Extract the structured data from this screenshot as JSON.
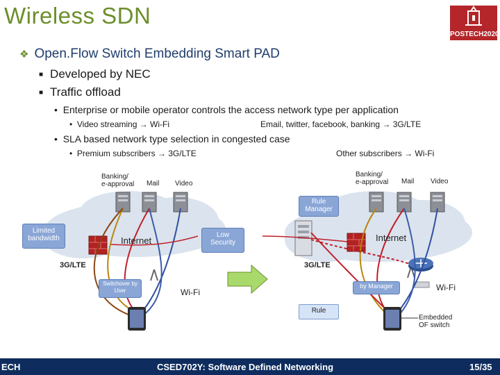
{
  "slide": {
    "title": "Wireless SDN",
    "logo_text": "POSTECH2020",
    "bullet_main": "Open.Flow Switch Embedding Smart PAD",
    "sub_bullets": [
      "Developed by NEC",
      "Traffic offload"
    ],
    "point_1": "Enterprise or mobile operator controls the access network type per application",
    "point_1_detail_left": "Video streaming → Wi-Fi",
    "point_1_detail_right": "Email, twitter, facebook, banking → 3G/LTE",
    "point_2": "SLA based network type selection in congested case",
    "point_2_detail_left": "Premium subscribers → 3G/LTE",
    "point_2_detail_right": "Other subscribers → Wi-Fi"
  },
  "diagram": {
    "left": {
      "app_banking": "Banking/\ne-approval",
      "app_mail": "Mail",
      "app_video": "Video",
      "limited_bandwidth": "Limited\nbandwidth",
      "internet": "Internet",
      "cellular": "3G/LTE",
      "switchover": "Switchover by\nUser",
      "wifi": "Wi-Fi"
    },
    "middle": {
      "low_security": "Low\nSecurity",
      "rule": "Rule"
    },
    "right": {
      "app_banking": "Banking/\ne-approval",
      "app_mail": "Mail",
      "app_video": "Video",
      "rule_manager": "Rule\nManager",
      "internet": "Internet",
      "cellular": "3G/LTE",
      "by_manager": "by Manager",
      "wifi": "Wi-Fi",
      "embedded_switch": "Embedded\nOF switch"
    }
  },
  "footer": {
    "left": "ECH",
    "center": "CSED702Y: Software Defined Networking",
    "page": "15/35"
  },
  "colors": {
    "title": "#6b8f2a",
    "footer": "#0e2d5e",
    "logo": "#b4262a",
    "cloud": "#dbe3ee",
    "lte_path": "#b8860b",
    "wifi_path": "#2f4f9f",
    "red_path": "#c0202a"
  }
}
